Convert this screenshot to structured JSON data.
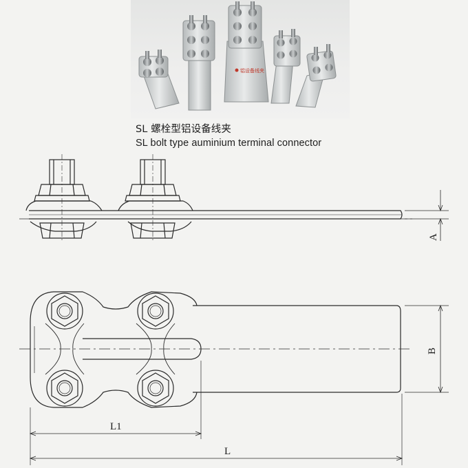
{
  "caption": {
    "chinese": "SL 螺栓型铝设备线夹",
    "english": "SL bolt type auminium terminal connector"
  },
  "photo": {
    "label_on_middle_part": "铝设备线夹"
  },
  "dimensions": {
    "A": "A",
    "B": "B",
    "L1": "L1",
    "L": "L"
  },
  "colors": {
    "line": "#2a2a2a",
    "aluminium": "#c9cccc",
    "background": "#f3f3f1",
    "label_red": "#c0392b"
  }
}
